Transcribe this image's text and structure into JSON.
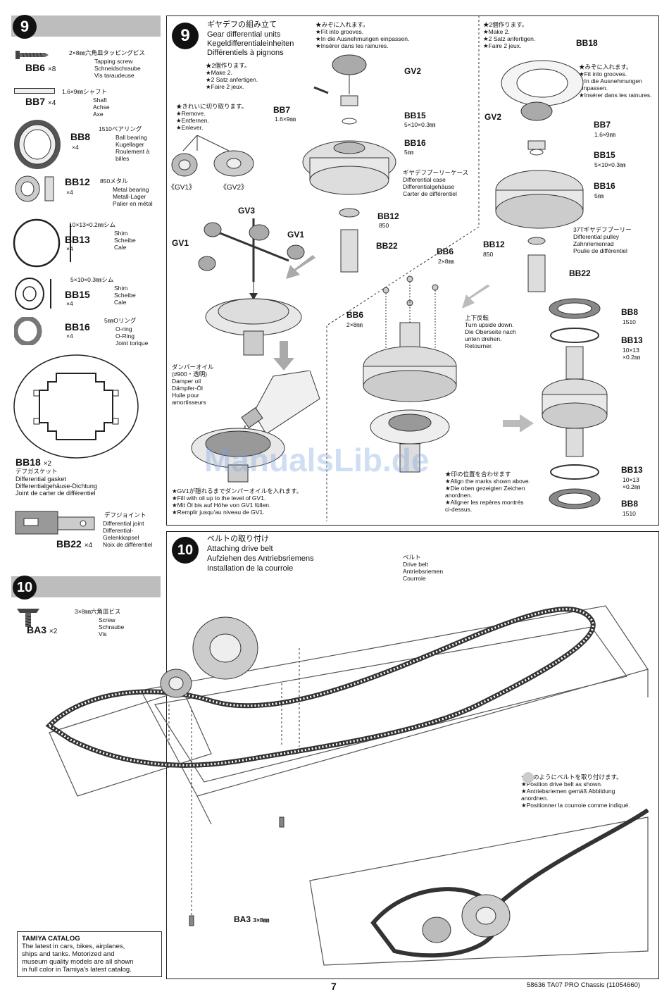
{
  "step9": {
    "number": "9",
    "parts": [
      {
        "code": "BB6",
        "qty": "×8",
        "size": "2×8㎜六角皿タッピングビス",
        "names": "Tapping screw\nSchneidschraube\nVis taraudeuse"
      },
      {
        "code": "BB7",
        "qty": "×4",
        "size": "1.6×9㎜シャフト",
        "names": "Shaft\nAchse\nAxe"
      },
      {
        "code": "BB8",
        "qty": "×4",
        "size": "1510ベアリング",
        "names": "Ball bearing\nKugellager\nRoulement à\nbilles"
      },
      {
        "code": "BB12",
        "qty": "×4",
        "size": "850メタル",
        "names": "Metal bearing\nMetall-Lager\nPalier en métal"
      },
      {
        "code": "BB13",
        "qty": "×4",
        "size": "10×13×0.2㎜シム",
        "names": "Shim\nScheibe\nCale"
      },
      {
        "code": "BB15",
        "qty": "×4",
        "size": "5×10×0.3㎜シム",
        "names": "Shim\nScheibe\nCale"
      },
      {
        "code": "BB16",
        "qty": "×4",
        "size": "5㎜Oリング",
        "names": "O-ring\nO-Ring\nJoint torique"
      },
      {
        "code": "BB18",
        "qty": "×2",
        "size": "デフガスケット",
        "names": "Differential gasket\nDifferentialgehäuse-Dichtung\nJoint de carter de différentiel"
      },
      {
        "code": "BB22",
        "qty": "×4",
        "size": "デフジョイント",
        "names": "Differential joint\nDifferential-\nGelenkkapsel\nNoix de différentiel"
      }
    ],
    "title_jp": "ギヤデフの組み立て",
    "title_en": "Gear differential units",
    "title_de": "Kegeldifferentialeinheiten",
    "title_fr": "Différentiels à pignons",
    "make2": "★2個作ります。\n★Make 2.\n★2 Satz anfertigen.\n★Faire 2 jeux.",
    "remove_note": "★きれいに切り取ります。\n★Remove.\n★Entfernen.\n★Enlever.",
    "gv1_label": "《GV1》",
    "gv2_label": "《GV2》",
    "gv1": "GV1",
    "gv2": "GV2",
    "gv3": "GV3",
    "grooves_note": "★みぞに入れます。\n★Fit into grooves.\n★In die Ausnehmungen einpassen.\n★Insérer dans les rainures.",
    "bb7": "BB7",
    "bb7_size": "1.6×9㎜",
    "bb15": "BB15",
    "bb15_size": "5×10×0.3㎜",
    "bb16": "BB16",
    "bb16_size": "5㎜",
    "bb12": "BB12",
    "bb12_size": "850",
    "bb22": "BB22",
    "bb18": "BB18",
    "bb13": "BB13",
    "bb13_size": "10×13\n×0.2㎜",
    "bb8": "BB8",
    "bb8_size": "1510",
    "bb6": "BB6",
    "bb6_size": "2×8㎜",
    "case_label": "ギヤデフプーリーケース\nDifferential case\nDifferentialgehäuse\nCarter de différentiel",
    "pulley_label": "37Tギヤデフプーリー\nDifferential pulley\nZahnriemenrad\nPoulie de différentiel",
    "damper_label": "ダンパーオイル\n(#900・透明)\nDamper oil\nDämpfer-Öl\nHuile pour\namortisseurs",
    "fill_note": "★GV1が隠れるまでダンパーオイルを入れます。\n★Fill with oil up to the level of GV1.\n★Mit Öl bis auf Höhe von GV1 füllen.\n★Remplir jusqu'au niveau de GV1.",
    "upside_note": "上下反転\nTurn upside down.\nDie Oberseite nach\nunten drehen.\nRetourner.",
    "align_note": "★印の位置を合わせます\n★Align the marks shown above.\n★Die oben gezeigten Zeichen\nanordnen.\n★Aligner les repères montrés\nci-dessus."
  },
  "step10": {
    "number": "10",
    "part": {
      "code": "BA3",
      "qty": "×2",
      "size": "3×8㎜六角皿ビス",
      "names": "Screw\nSchraube\nVis"
    },
    "title_jp": "ベルトの取り付け",
    "title_en": "Attaching drive belt",
    "title_de": "Aufziehen des Antriebsriemens",
    "title_fr": "Installation de la courroie",
    "belt_label": "ベルト\nDrive belt\nAntriebsriemen\nCourroie",
    "position_note": "★図のようにベルトを取り付けます。\n★Position drive belt as shown.\n★Antriebsriemen gemäß Abbildung\nanordnen.\n★Positionner la courroie comme indiqué.",
    "ba3": "BA3",
    "ba3_size": "3×8㎜"
  },
  "catalog": {
    "title": "TAMIYA CATALOG",
    "body": "The latest in cars, bikes, airplanes,\nships and tanks. Motorized and\nmuseum quality models are all shown\nin full color in Tamiya's latest catalog."
  },
  "watermark": "ManualsLib.de",
  "page_number": "7",
  "footer": "58636 TA07 PRO Chassis (11054660)"
}
